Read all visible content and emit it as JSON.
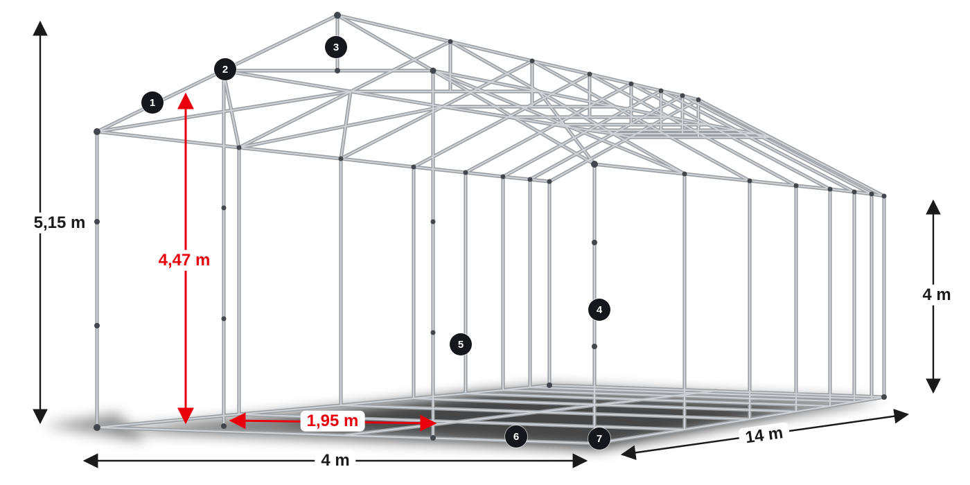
{
  "diagram": {
    "dimensions": {
      "total_height": "5,15 m",
      "inner_height": "4,47 m",
      "inner_width": "1,95 m",
      "end_width": "4 m",
      "length": "14 m",
      "side_height": "4 m"
    },
    "part_badges": [
      {
        "label": "1"
      },
      {
        "label": "2"
      },
      {
        "label": "3"
      },
      {
        "label": "4"
      },
      {
        "label": "5"
      },
      {
        "label": "6"
      },
      {
        "label": "7"
      }
    ],
    "colors": {
      "dimension_red": "#e8000d",
      "dimension_black": "#1a1a1a",
      "badge_background": "#15171c",
      "frame_tube_dark": "#9ba0a5",
      "frame_tube_light": "#ced2d6",
      "joint_fitting": "#42474d"
    }
  }
}
